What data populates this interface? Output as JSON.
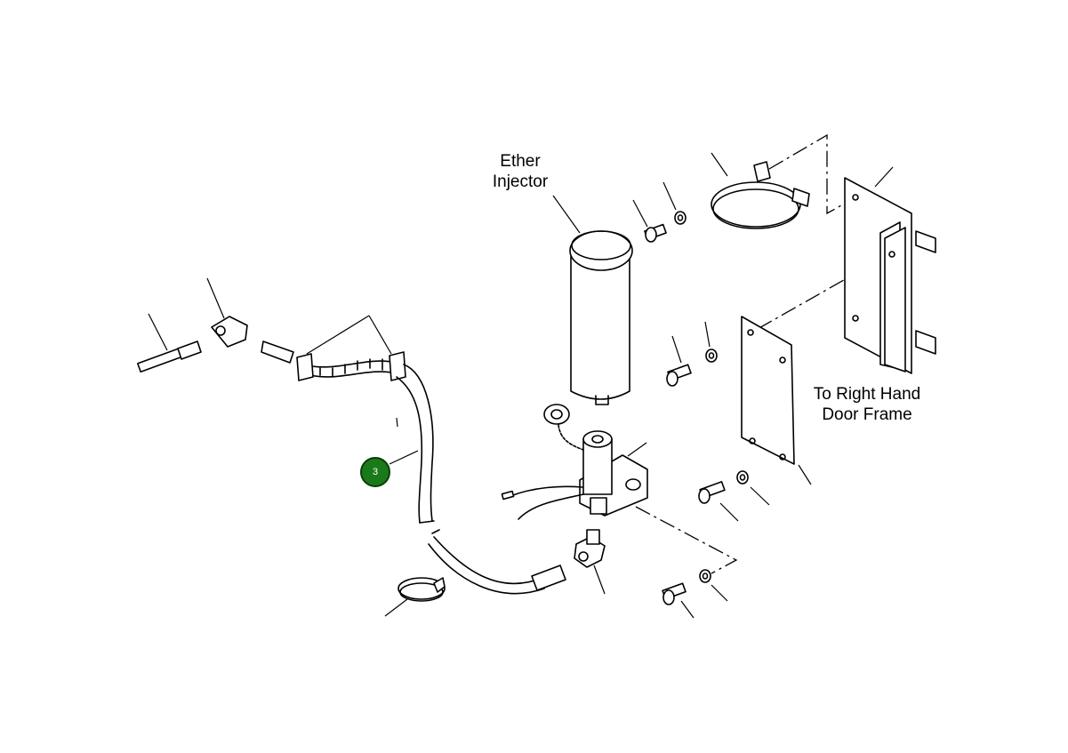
{
  "labels": {
    "ether_injector": "Ether\nInjector",
    "door_frame": "To Right Hand\nDoor Frame"
  },
  "callout": {
    "number": "3",
    "color": "#1a7a1a"
  }
}
